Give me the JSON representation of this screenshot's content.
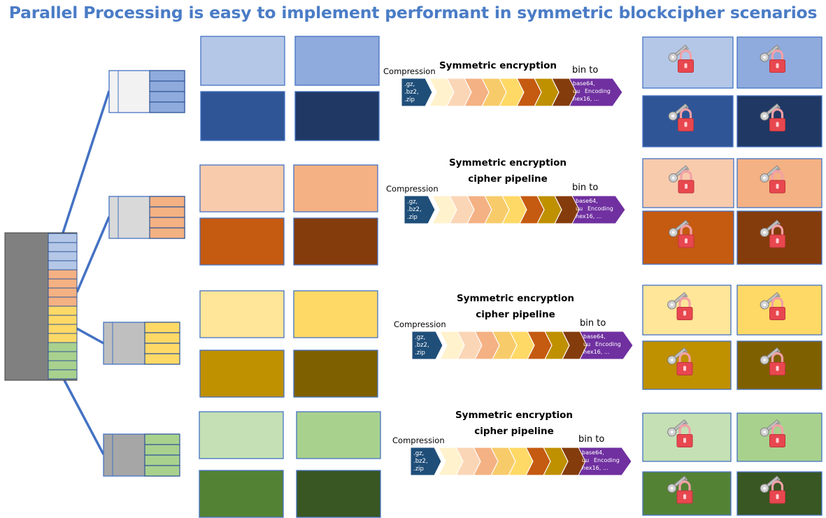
{
  "title": "Parallel Processing is easy to implement performant in symmetric blockcipher scenarios",
  "pipeline": {
    "title_line1": "Symmetric encryption",
    "title_line2": "cipher pipeline",
    "compression_label": "Compression",
    "compression_formats": [
      ".gz,",
      ".bz2,",
      ".zip"
    ],
    "bin_to_label": "bin to",
    "encoding_formats": [
      "base64,",
      "uu",
      "Encoding",
      "hex16, ..."
    ],
    "chevron_colors": [
      "#fff2cc",
      "#fbd6b6",
      "#f4b183",
      "#f8cb6a",
      "#ffd966",
      "#c55a11",
      "#bf9000",
      "#843c0c"
    ],
    "compression_color": "#1f4e79",
    "encoding_color": "#7030a0"
  },
  "source_block": {
    "color": "#808080",
    "segment_colors": [
      "#b4c7e7",
      "#b4c7e7",
      "#b4c7e7",
      "#b4c7e7",
      "#f4b183",
      "#f4b183",
      "#f4b183",
      "#f4b183",
      "#ffd966",
      "#ffd966",
      "#ffd966",
      "#ffd966",
      "#a9d18e",
      "#a9d18e",
      "#a9d18e",
      "#a9d18e"
    ]
  },
  "groups": [
    {
      "id": "blue",
      "chunk_fill": "#f2f2f2",
      "segment_color": "#8faadc",
      "block_colors": [
        "#b4c7e7",
        "#8faadc",
        "#2f5597",
        "#203864"
      ],
      "encrypted_colors": [
        "#b4c7e7",
        "#8faadc",
        "#2f5597",
        "#203864"
      ]
    },
    {
      "id": "orange",
      "chunk_fill": "#d9d9d9",
      "segment_color": "#f4b183",
      "block_colors": [
        "#f8cbad",
        "#f4b183",
        "#c55a11",
        "#843c0c"
      ],
      "encrypted_colors": [
        "#f8cbad",
        "#f4b183",
        "#c55a11",
        "#843c0c"
      ]
    },
    {
      "id": "yellow",
      "chunk_fill": "#bfbfbf",
      "segment_color": "#ffd966",
      "block_colors": [
        "#ffe699",
        "#ffd966",
        "#bf9000",
        "#7f6000"
      ],
      "encrypted_colors": [
        "#ffe699",
        "#ffd966",
        "#bf9000",
        "#7f6000"
      ]
    },
    {
      "id": "green",
      "chunk_fill": "#a6a6a6",
      "segment_color": "#a9d18e",
      "block_colors": [
        "#c5e0b4",
        "#a9d18e",
        "#548235",
        "#385723"
      ],
      "encrypted_colors": [
        "#c5e0b4",
        "#a9d18e",
        "#548235",
        "#385723"
      ]
    }
  ]
}
